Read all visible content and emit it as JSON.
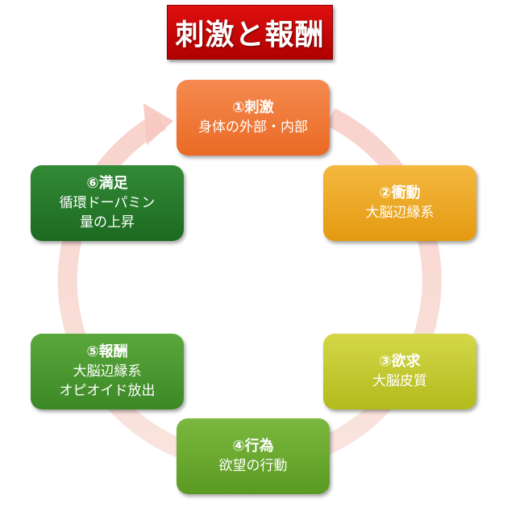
{
  "title": "刺激と報酬",
  "steps": [
    {
      "heading": "①刺激",
      "lines": [
        "身体の外部・内部"
      ],
      "color": "#f07b3c"
    },
    {
      "heading": "②衝動",
      "lines": [
        "大脳辺縁系"
      ],
      "color": "#eea820"
    },
    {
      "heading": "③欲求",
      "lines": [
        "大脳皮質"
      ],
      "color": "#c2c828"
    },
    {
      "heading": "④行為",
      "lines": [
        "欲望の行動"
      ],
      "color": "#6aa82c"
    },
    {
      "heading": "⑤報酬",
      "lines": [
        "大脳辺縁系",
        "オピオイド放出"
      ],
      "color": "#4a9630"
    },
    {
      "heading": "⑥満足",
      "lines": [
        "循環ドーパミン",
        "量の上昇"
      ],
      "color": "#25752a"
    }
  ]
}
